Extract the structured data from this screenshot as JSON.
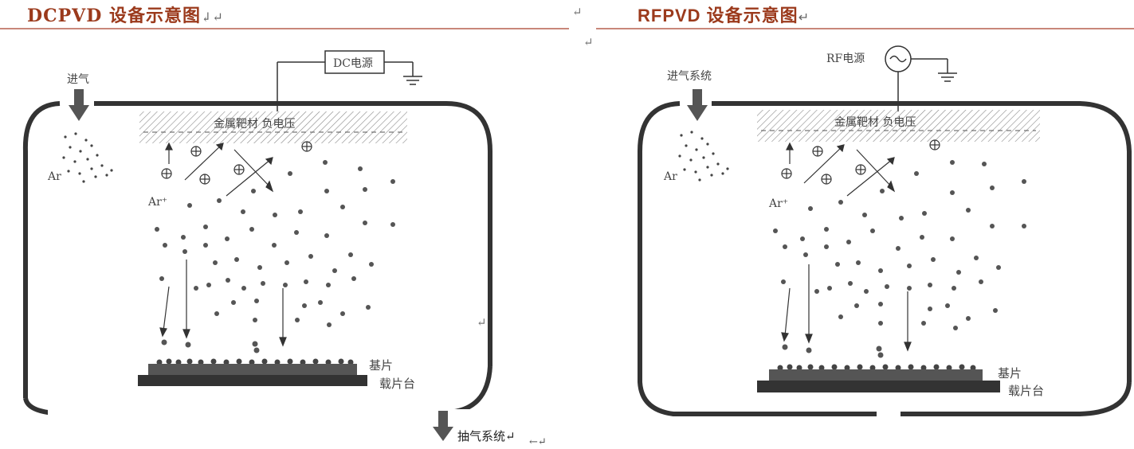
{
  "left": {
    "heading": "DCPVD 设备示意图",
    "heading_marks": "↲↵",
    "power_label": "DC电源",
    "gas_in": "进气",
    "ar": "Ar",
    "ar_ion": "Ar⁺",
    "target": "金属靶材 负电压",
    "substrate": "基片",
    "stage": "载片台",
    "exhaust": "抽气系统↵",
    "corner_mark": "←↵"
  },
  "right": {
    "heading": "RFPVD 设备示意图",
    "heading_marks": "↵",
    "power_label": "RF电源",
    "gas_in": "进气系统",
    "ar": "Ar",
    "ar_ion": "Ar⁺",
    "target": "金属靶材 负电压",
    "substrate": "基片",
    "stage": "载片台"
  },
  "marks": {
    "return1": "↵",
    "return2": "↵",
    "return3": "↵"
  },
  "colors": {
    "heading": "#9b3a1c",
    "rule": "#c8877a",
    "ink": "#333333"
  }
}
